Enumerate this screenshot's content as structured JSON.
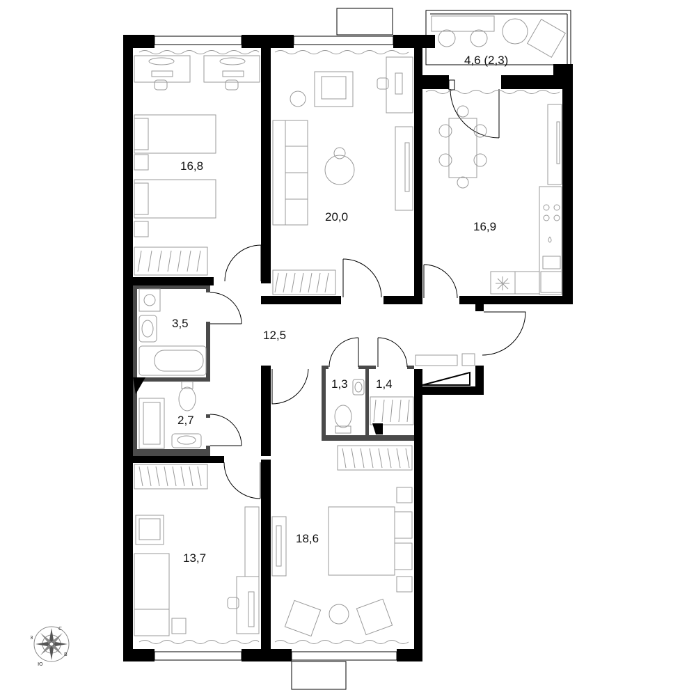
{
  "rooms": {
    "bedroom_a": "16,8",
    "living_room": "20,0",
    "balcony": "4,6 (2,3)",
    "kitchen": "16,9",
    "bathroom": "3,5",
    "hallway": "12,5",
    "toilet": "2,7",
    "wc_small": "1,3",
    "storage": "1,4",
    "bedroom_b": "13,7",
    "bedroom_master": "18,6"
  },
  "compass": {
    "north": "С",
    "south": "Ю",
    "west": "З",
    "east": "В",
    "icon": "compass-rose-icon"
  },
  "colors": {
    "wall": "#000000",
    "inner_wall": "#4a4a4a",
    "furniture": "#9a9a9a",
    "background": "#ffffff"
  }
}
